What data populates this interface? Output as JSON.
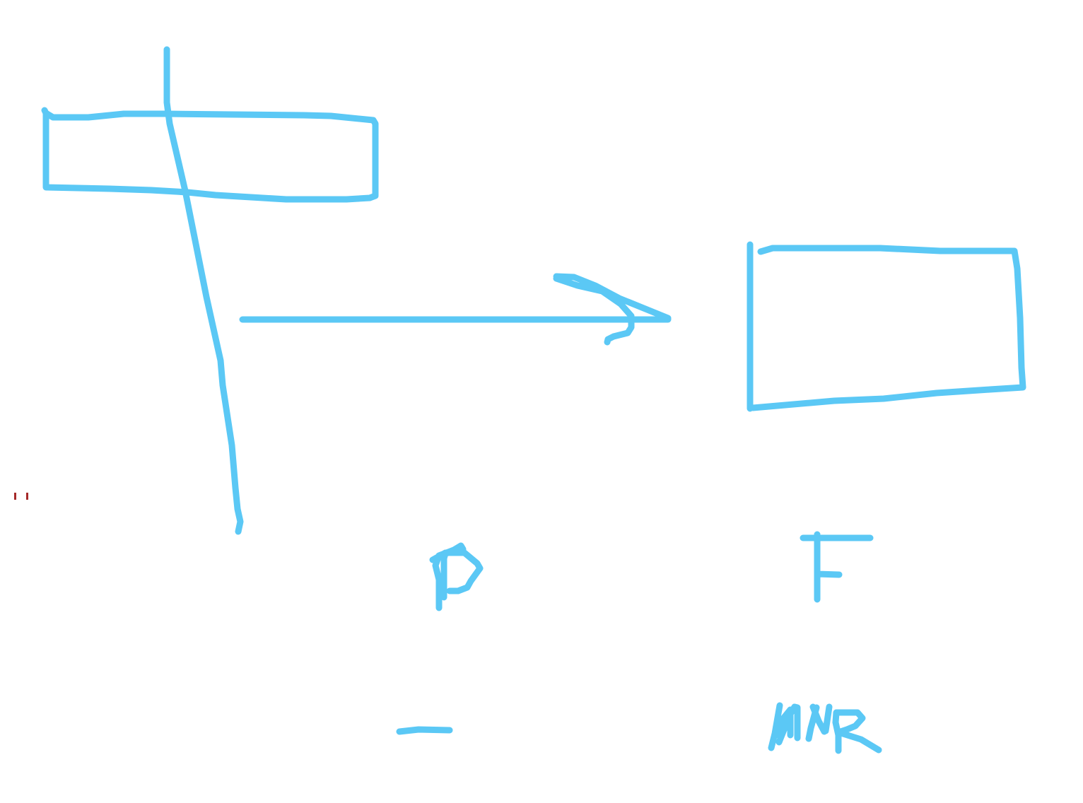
{
  "colors": {
    "ink": "#5BC8F5",
    "background": "#FFFFFF",
    "stray_mark": "#A52A2A"
  },
  "sketch": {
    "labels": [],
    "shapes": [
      "tall-rectangle-left",
      "diagonal-line",
      "arrow-right",
      "rectangle-right",
      "letter-p",
      "letter-f",
      "dash",
      "letters-mr"
    ]
  }
}
